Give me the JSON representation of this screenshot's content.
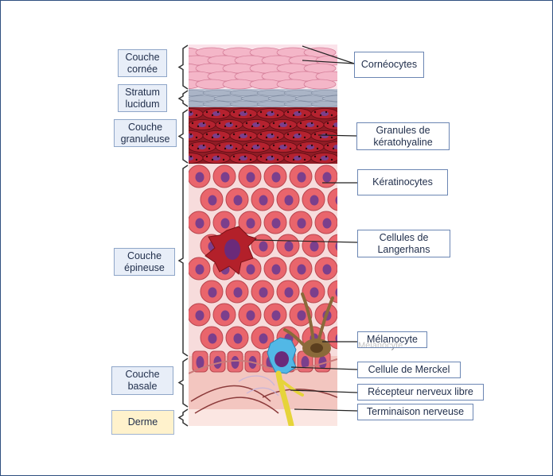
{
  "left_labels": [
    {
      "id": "cornee",
      "text": "Couche cornée"
    },
    {
      "id": "lucidum",
      "text": "Stratum lucidum"
    },
    {
      "id": "granuleuse",
      "text": "Couche granuleuse"
    },
    {
      "id": "epineuse",
      "text": "Couche épineuse"
    },
    {
      "id": "basale",
      "text": "Couche basale"
    },
    {
      "id": "derme",
      "text": "Derme"
    }
  ],
  "right_labels": [
    {
      "id": "corneocytes",
      "text": "Cornéocytes"
    },
    {
      "id": "granules",
      "text": "Granules de kératohyaline"
    },
    {
      "id": "keratinocytes",
      "text": "Kératinocytes"
    },
    {
      "id": "langerhans",
      "text": "Cellules de Langerhans"
    },
    {
      "id": "melanocyte",
      "text": "Mélanocyte"
    },
    {
      "id": "merckel",
      "text": "Cellule de Merckel"
    },
    {
      "id": "recepteur",
      "text": "Récepteur nerveux libre"
    },
    {
      "id": "terminaison",
      "text": "Terminaison nerveuse"
    }
  ],
  "ghost_text": "Mélanocyte",
  "colors": {
    "frame": "#2f4f7f",
    "label_border": "#8fa6c8",
    "derme_fill": "#fff2cc",
    "corneum": "#f4b6c8",
    "lucidum": "#aab4c6",
    "granular": "#b5222f",
    "spinous": "#e9656c",
    "nucleus": "#7b3f8c",
    "langerhans": "#b3202a",
    "melanocyte": "#8a6a3a",
    "merkel": "#52b8e6",
    "nerve": "#e6d43a"
  }
}
